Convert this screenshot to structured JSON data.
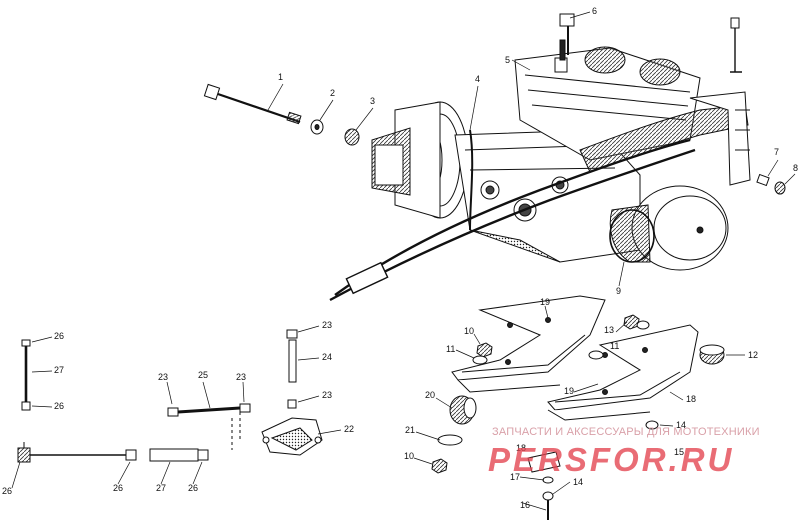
{
  "diagram": {
    "callouts": [
      "1",
      "2",
      "3",
      "4",
      "5",
      "6",
      "7",
      "8",
      "9",
      "10",
      "10",
      "11",
      "11",
      "12",
      "13",
      "14",
      "14",
      "15",
      "16",
      "17",
      "18",
      "18",
      "19",
      "19",
      "20",
      "21",
      "22",
      "23",
      "23",
      "23",
      "23",
      "24",
      "25",
      "26",
      "26",
      "26",
      "26",
      "26",
      "27",
      "27"
    ]
  },
  "watermark": {
    "line": "ЗАПЧАСТИ И АКСЕССУАРЫ ДЛЯ МОТОТЕХНИКИ",
    "brand": "PERSFOR.RU"
  }
}
